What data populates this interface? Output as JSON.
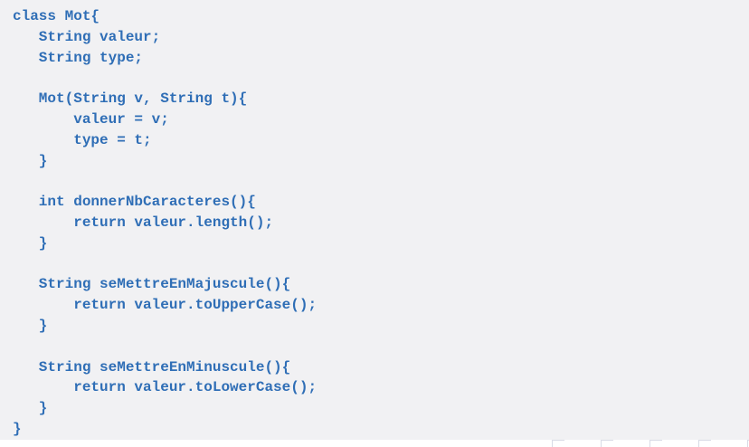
{
  "code": {
    "lines": [
      "class Mot{",
      "   String valeur;",
      "   String type;",
      "",
      "   Mot(String v, String t){",
      "       valeur = v;",
      "       type = t;",
      "   }",
      "",
      "   int donnerNbCaracteres(){",
      "       return valeur.length();",
      "   }",
      "",
      "   String seMettreEnMajuscule(){",
      "       return valeur.toUpperCase();",
      "   }",
      "",
      "   String seMettreEnMinuscule(){",
      "       return valeur.toLowerCase();",
      "   }",
      "}"
    ]
  },
  "colors": {
    "code_text": "#2f6eb6",
    "code_background": "#f1f1f3",
    "nav_icon": "#d8dbe6"
  },
  "navigation": {
    "icons": [
      "nav-first-icon",
      "nav-prev-icon",
      "nav-next-icon",
      "nav-last-icon",
      "nav-search-icon"
    ]
  }
}
